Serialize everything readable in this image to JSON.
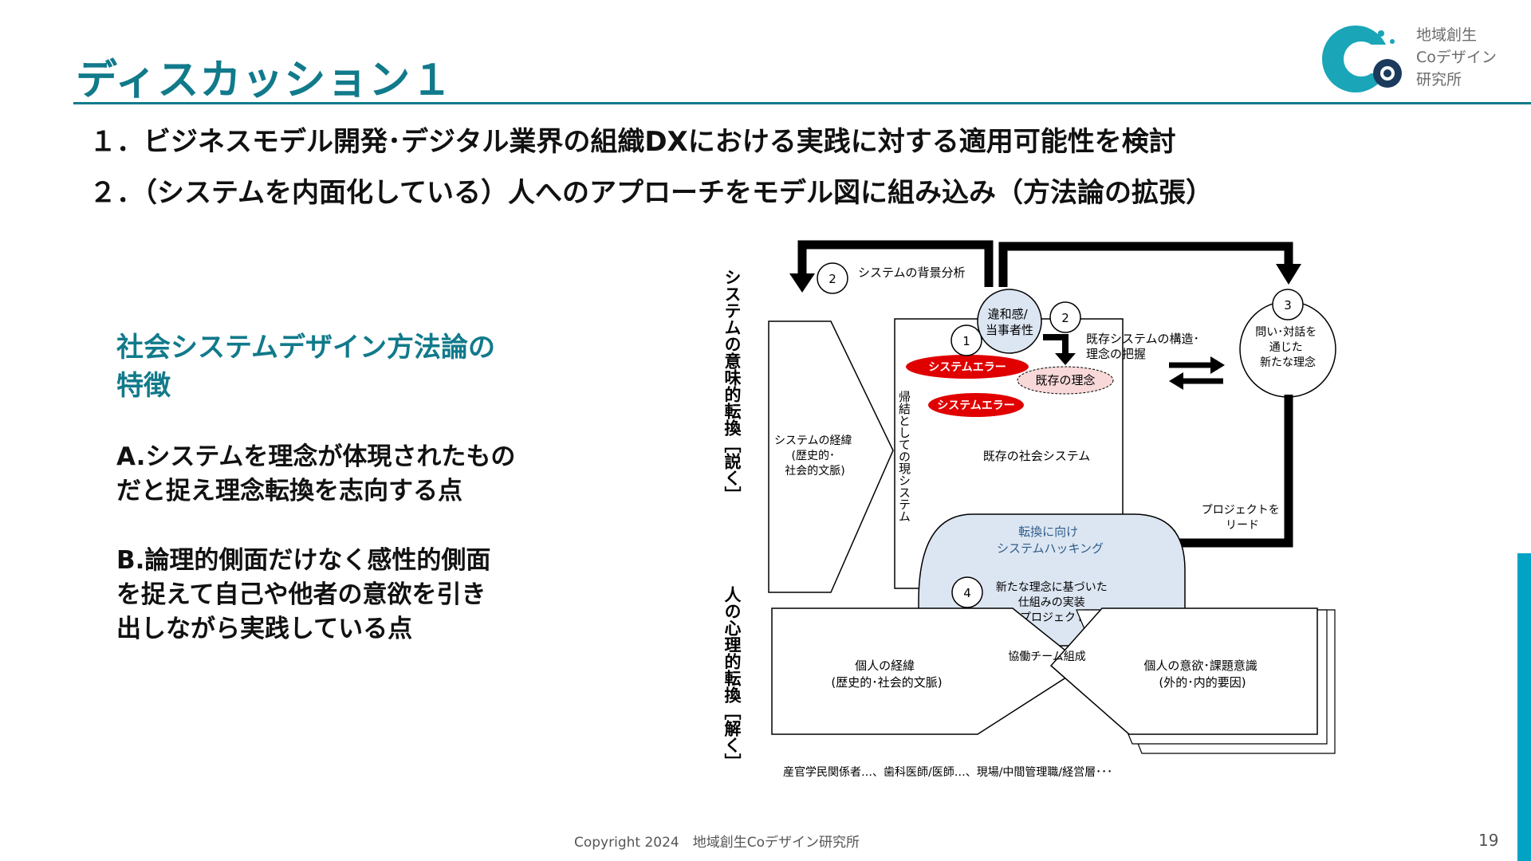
{
  "slide": {
    "title": "ディスカッション１",
    "agenda": [
      "１．ビジネスモデル開発･デジタル業界の組織DXにおける実践に対する適用可能性を検討",
      "２．（システムを内面化している）人へのアプローチをモデル図に組み込み（方法論の拡張）"
    ],
    "page_number": "19"
  },
  "brand": {
    "org_lines": [
      "地域創生",
      "Coデザイン",
      "研究所"
    ],
    "accent_color": "#117a8b",
    "cyan_color": "#00a3c4"
  },
  "left_panel": {
    "heading_lines": [
      "社会システムデザイン方法論の",
      "特徴"
    ],
    "feature_a_lines": [
      "A.システムを理念が体現されたもの",
      "だと捉え理念転換を志向する点"
    ],
    "feature_b_lines": [
      "B.論理的側面だけなく感性的側面",
      "を捉えて自己や他者の意欲を引き",
      "出しながら実践している点"
    ]
  },
  "diagram": {
    "vertical_label_top": "システムの意味的転換［説く］",
    "vertical_label_bottom": "人の心理的転換［解く］",
    "num_1": "1",
    "num_2": "2",
    "num_3": "3",
    "num_4": "4",
    "background_analysis": "システムの背景分析",
    "dissonance": [
      "違和感/",
      "当事者性"
    ],
    "existing_structure": [
      "既存システムの構造･",
      "理念の把握"
    ],
    "question_dialogue": [
      "問い･対話を",
      "通じた",
      "新たな理念"
    ],
    "system_error": "システムエラー",
    "existing_philosophy": "既存の理念",
    "system_history": [
      "システムの経緯",
      "(歴史的･",
      "社会的文脈)"
    ],
    "current_system_vertical": "帰結としての現システム",
    "existing_social_system": "既存の社会システム",
    "project_lead": [
      "プロジェクトを",
      "リード"
    ],
    "hacking": [
      "転換に向け",
      "システムハッキング"
    ],
    "implementation": [
      "新たな理念に基づいた",
      "仕組みの実装",
      "(プロジェクト)"
    ],
    "collab_team": "協働チーム組成",
    "personal_history": [
      "個人の経緯",
      "(歴史的･社会的文脈)"
    ],
    "personal_motivation": [
      "個人の意欲･課題意識",
      "(外的･内的要因)"
    ],
    "stakeholders": "産官学民関係者…、歯科医師/医師…、現場/中間管理職/経営層･･･"
  },
  "footer": {
    "copyright": "Copyright 2024　地域創生Coデザイン研究所"
  }
}
